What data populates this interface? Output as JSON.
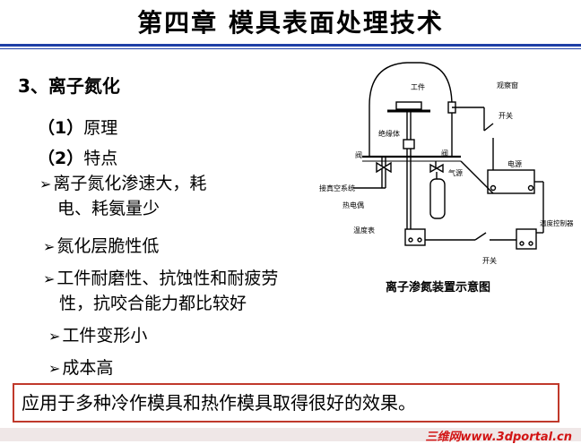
{
  "title": "第四章  模具表面处理技术",
  "section": "3、离子氮化",
  "sub1": {
    "num": "（1）",
    "text": "原理"
  },
  "sub2": {
    "num": "（2）",
    "text": "特点"
  },
  "bullet_icon": "arrow-bullet-icon",
  "bullets": [
    {
      "line1": "离子氮化渗速大，耗",
      "line2": "电、耗氨量少"
    },
    {
      "line1": "氮化层脆性低"
    },
    {
      "line1": "工件耐磨性、抗蚀性和耐疲劳",
      "line2": "性，抗咬合能力都比较好"
    },
    {
      "line1": "工件变形小"
    },
    {
      "line1": "成本高"
    }
  ],
  "callout": "应用于多种冷作模具和热作模具取得很好的效果。",
  "diagram": {
    "caption": "离子渗氮装置示意图",
    "labels": {
      "workpiece": "工件",
      "window": "观察窗",
      "switch_top": "开关",
      "insulator": "绝缘体",
      "valve_left": "阀",
      "valve_right": "阀",
      "gas_source": "气源",
      "power": "电源",
      "vacuum": "接真空系统",
      "thermocouple": "热电偶",
      "thermometer": "温度表",
      "temp_controller": "温度控制器",
      "switch_bottom": "开关"
    }
  },
  "watermark": "三维网www.3dportal.cn",
  "colors": {
    "rule": "#1f3fa6",
    "callout_border": "#c0392b",
    "watermark": "#d21414"
  }
}
